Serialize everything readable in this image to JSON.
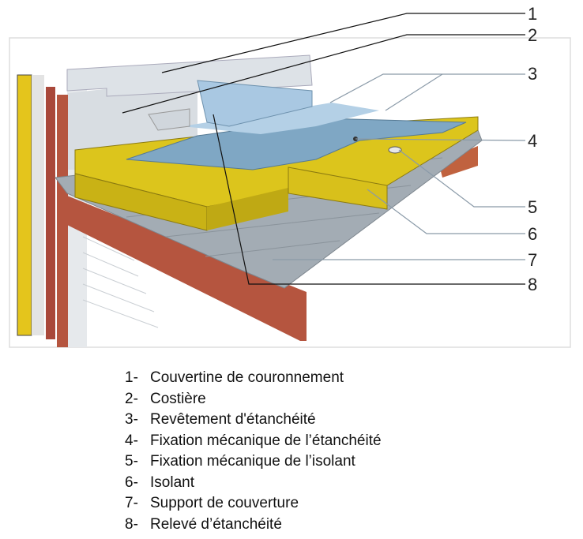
{
  "diagram": {
    "callouts": [
      "1",
      "2",
      "3",
      "4",
      "5",
      "6",
      "7",
      "8"
    ],
    "colors": {
      "insulation": "#d9c21a",
      "membrane": "#7fa7c4",
      "steel": "#b5553f",
      "deck": "#9fa8b0",
      "metal": "#d8dde2"
    }
  },
  "legend": [
    {
      "num": "1-",
      "text": "Couvertine de couronnement"
    },
    {
      "num": "2-",
      "text": "Costière"
    },
    {
      "num": "3-",
      "text": "Revêtement d'étanchéité"
    },
    {
      "num": "4-",
      "text": "Fixation mécanique de l’étanchéité"
    },
    {
      "num": "5-",
      "text": "Fixation mécanique de l’isolant"
    },
    {
      "num": "6-",
      "text": "Isolant"
    },
    {
      "num": "7-",
      "text": "Support de couverture"
    },
    {
      "num": "8-",
      "text": "Relevé d’étanchéité"
    }
  ]
}
